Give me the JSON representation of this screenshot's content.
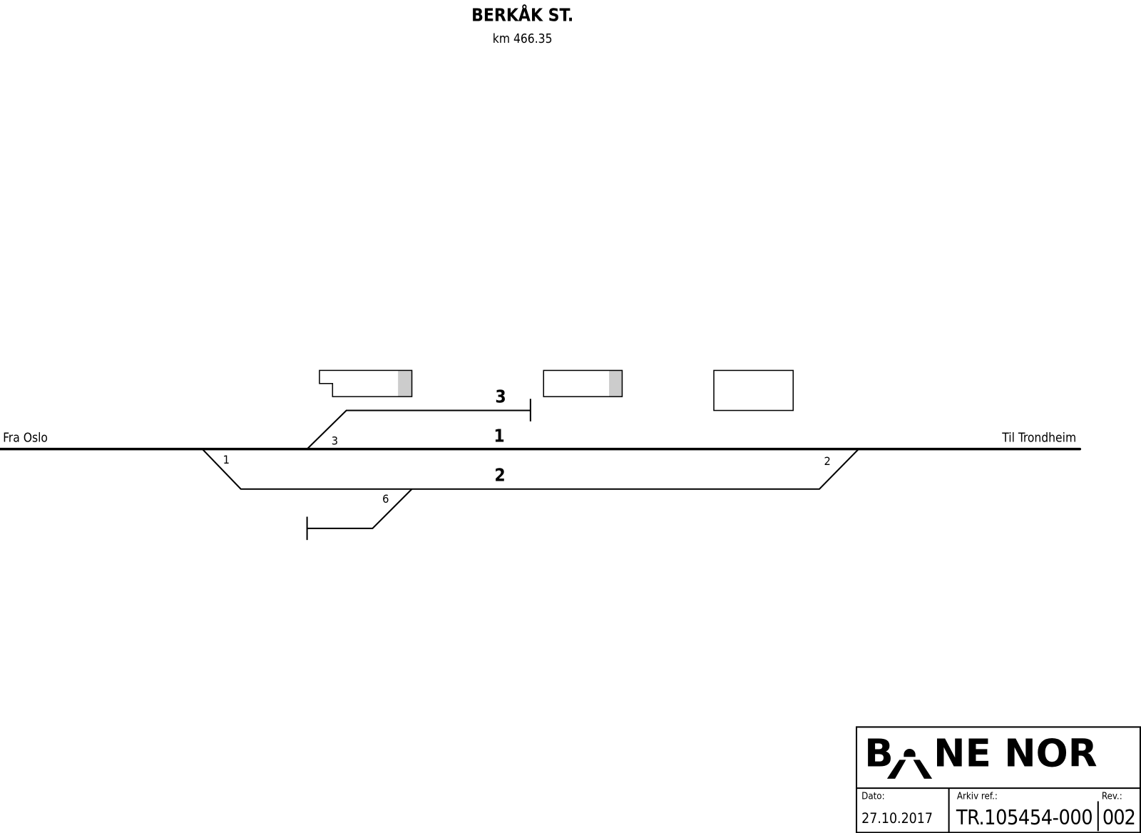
{
  "header": {
    "station_name": "BERKÅK ST.",
    "km_marker": "km 466.35"
  },
  "directions": {
    "left": "Fra Oslo",
    "right": "Til Trondheim"
  },
  "tracks": {
    "track_1": "1",
    "track_2": "2",
    "track_3": "3"
  },
  "switches": {
    "switch_1": "1",
    "switch_2": "2",
    "switch_3": "3",
    "switch_6": "6"
  },
  "colors": {
    "line": "#000000",
    "building_shade": "#cccccc"
  },
  "title_block": {
    "logo": "BANE NOR",
    "date_label": "Dato:",
    "date_value": "27.10.2017",
    "archive_label": "Arkiv ref.:",
    "archive_value": "TR.105454-000",
    "rev_label": "Rev.:",
    "rev_value": "002"
  }
}
